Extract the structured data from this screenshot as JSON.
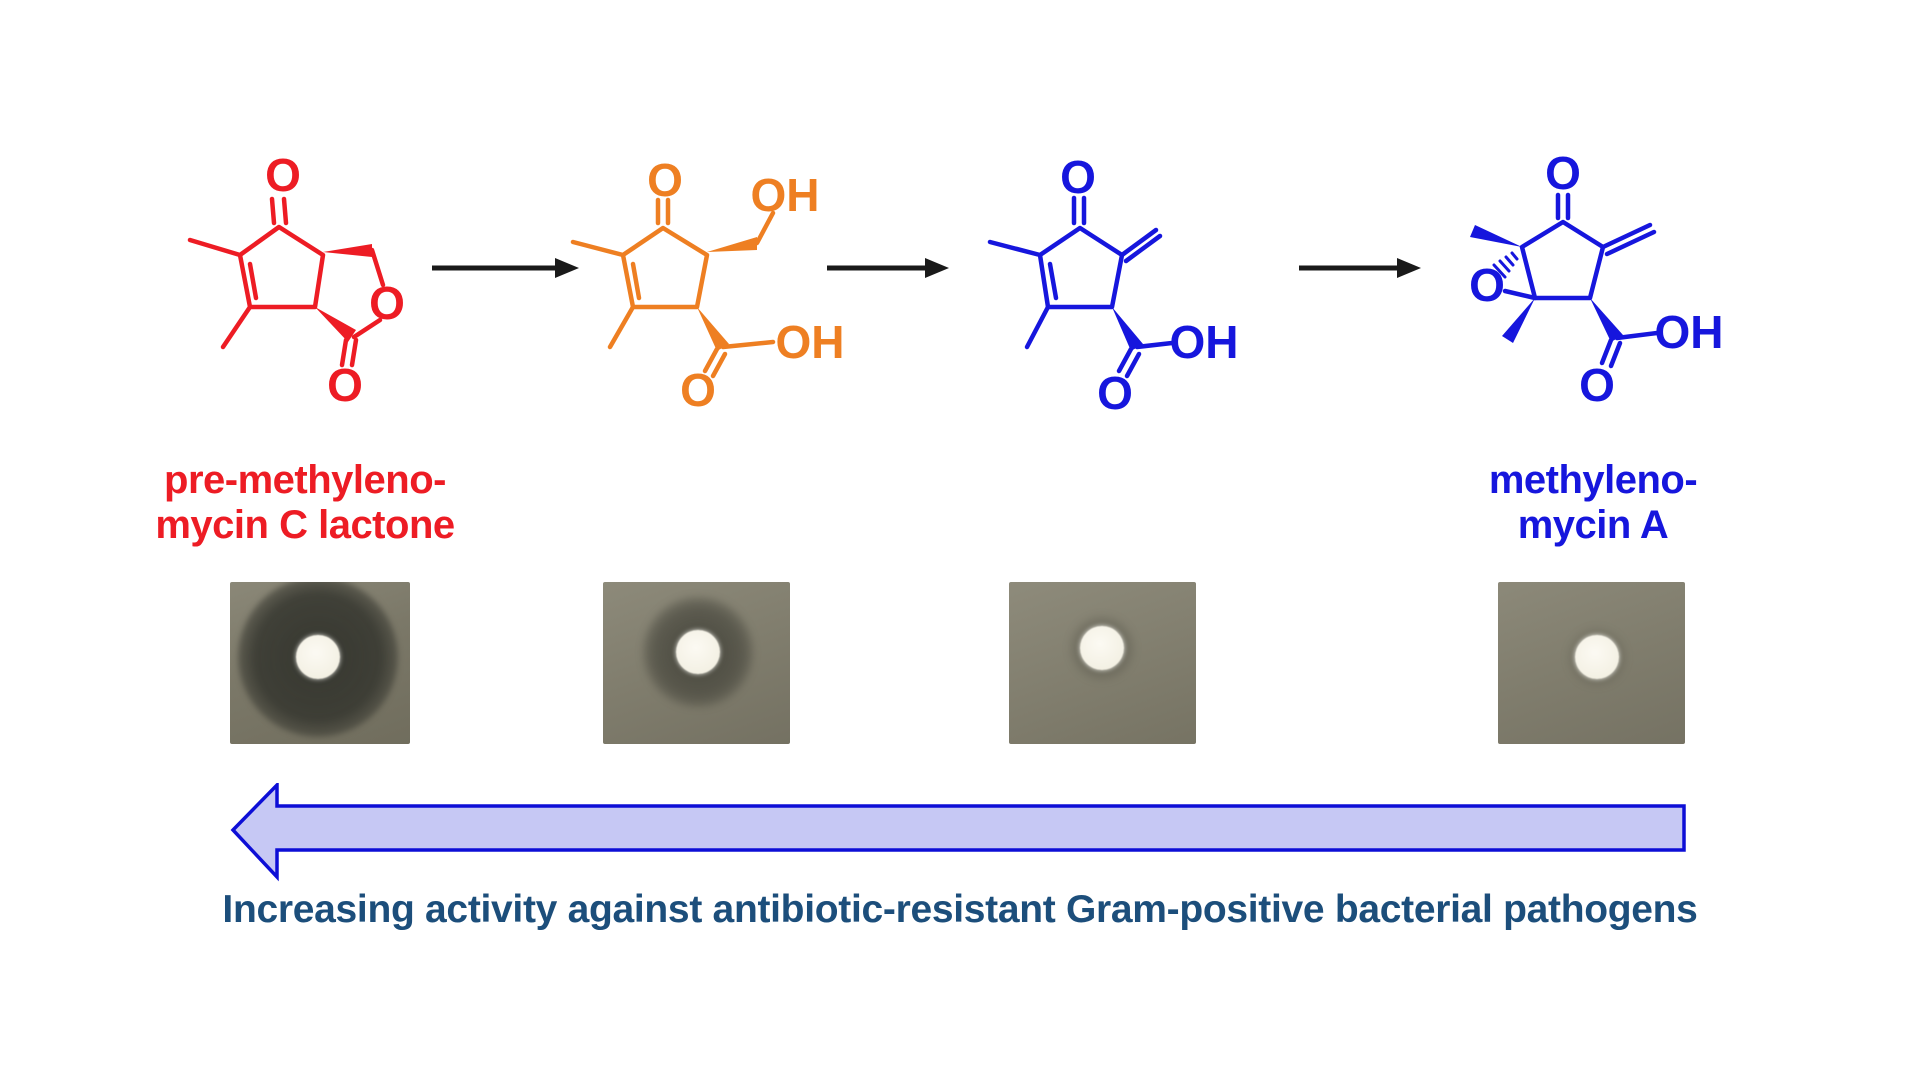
{
  "compounds": [
    {
      "id": "pre-methylenomycin-C-lactone",
      "color": "#ed1c24",
      "label_lines": [
        "pre-methyleno-",
        "mycin C lactone"
      ],
      "atoms": {
        "ketone_o": "O",
        "ring_o": "O",
        "lactone_o": "O"
      }
    },
    {
      "id": "hydroxymethyl-intermediate",
      "color": "#ee7f22",
      "atoms": {
        "ketone_o": "O",
        "hydroxymethyl_oh": "OH",
        "acid_oh": "OH",
        "acid_o": "O"
      }
    },
    {
      "id": "methylene-intermediate",
      "color": "#1616dd",
      "atoms": {
        "ketone_o": "O",
        "acid_oh": "OH",
        "acid_o": "O"
      }
    },
    {
      "id": "methylenomycin-A",
      "color": "#1616dd",
      "label_lines": [
        "methyleno-",
        "mycin A"
      ],
      "atoms": {
        "ketone_o": "O",
        "epoxide_o": "O",
        "acid_oh": "OH",
        "acid_o": "O"
      }
    }
  ],
  "pathway": {
    "reaction_arrow_color": "#1a1a1a",
    "step_count": 3
  },
  "assay_plates": [
    {
      "inhibition_zone": "large dark halo",
      "disc": "white antibiotic disc"
    },
    {
      "inhibition_zone": "small faint halo",
      "disc": "white antibiotic disc"
    },
    {
      "inhibition_zone": "minimal halo",
      "disc": "white antibiotic disc"
    },
    {
      "inhibition_zone": "no halo",
      "disc": "white antibiotic disc"
    }
  ],
  "activity_arrow": {
    "direction": "left",
    "fill": "#c6c8f4",
    "border": "#0d0ed6"
  },
  "caption": {
    "text": "Increasing activity against antibiotic-resistant Gram-positive bacterial pathogens",
    "color": "#1c4e7b"
  }
}
